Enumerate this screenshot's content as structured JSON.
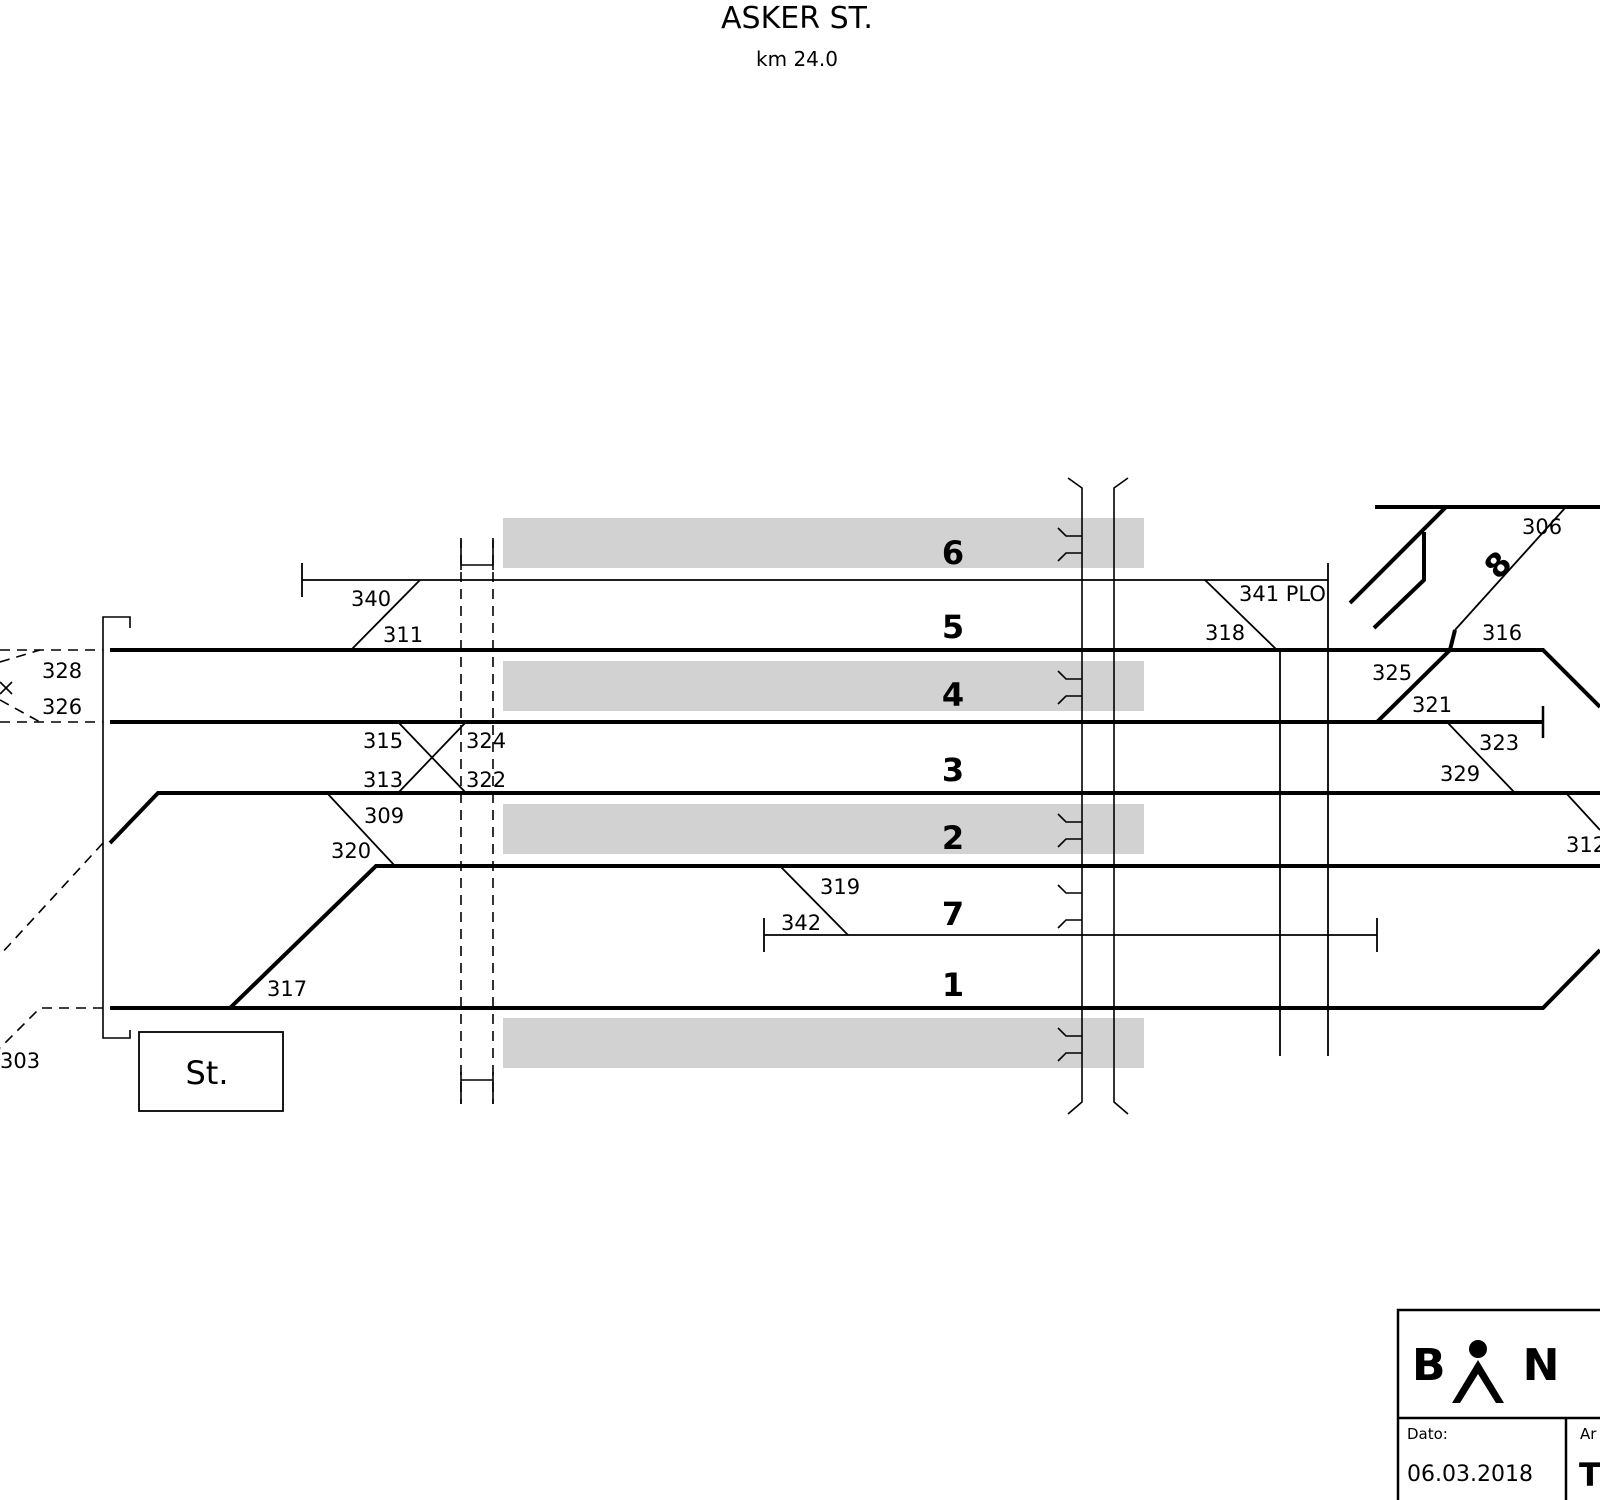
{
  "header": {
    "title": "ASKER ST.",
    "km": "km 24.0"
  },
  "tracks": [
    {
      "number": "6"
    },
    {
      "number": "5"
    },
    {
      "number": "4"
    },
    {
      "number": "3"
    },
    {
      "number": "2"
    },
    {
      "number": "7"
    },
    {
      "number": "1"
    },
    {
      "number": "8"
    }
  ],
  "switches": [
    "340",
    "311",
    "341 PLO",
    "318",
    "306",
    "316",
    "325",
    "321",
    "323",
    "329",
    "312",
    "328",
    "326",
    "315",
    "324",
    "313",
    "322",
    "309",
    "320",
    "319",
    "342",
    "317",
    "303"
  ],
  "building": {
    "label": "St."
  },
  "title_block": {
    "logo": "BAN",
    "date_label": "Dato:",
    "date_value": "06.03.2018",
    "second_label": "Ar",
    "second_value": "T"
  }
}
